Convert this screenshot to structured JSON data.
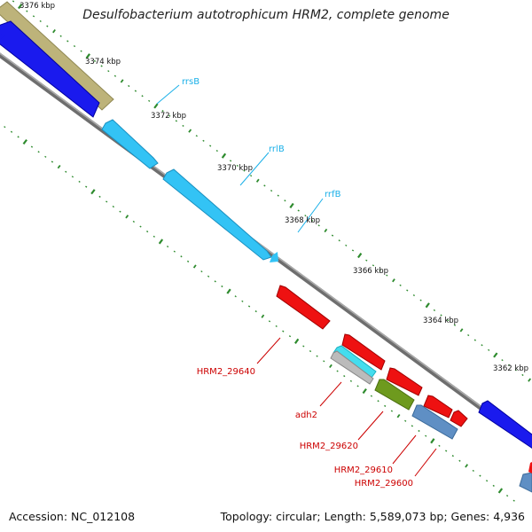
{
  "title": "Desulfobacterium autotrophicum HRM2, complete genome",
  "footer": {
    "accession": "Accession: NC_012108",
    "topology": "Topology: circular; Length: 5,589,073 bp; Genes: 4,936"
  },
  "colors": {
    "backbone": "#777777",
    "tick": "#2e8b2e",
    "label_rna": "#1ab0e8",
    "label_gene": "#cc0000",
    "feature_tan": "#bdb37a",
    "feature_blue": "#1a1aee",
    "feature_cyan": "#33c3f5",
    "feature_red": "#ee1111",
    "feature_olive": "#6e9a1e",
    "feature_steel": "#5f8fc4",
    "feature_lightcyan": "#44ddee",
    "feature_gray": "#aaaaaa"
  },
  "scale_labels": [
    "3376 kbp",
    "3374 kbp",
    "3372 kbp",
    "3370 kbp",
    "3368 kbp",
    "3366 kbp",
    "3364 kbp",
    "3362 kbp"
  ],
  "gene_labels": [
    "rrsB",
    "rrlB",
    "rrfB",
    "HRM2_29640",
    "adh2",
    "HRM2_29620",
    "HRM2_29610",
    "HRM2_29600"
  ]
}
